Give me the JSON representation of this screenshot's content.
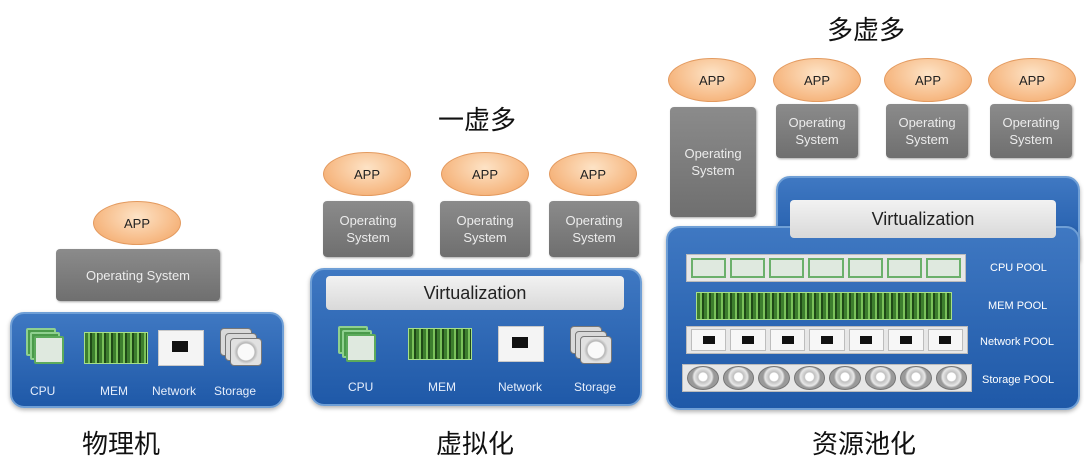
{
  "panel_physical": {
    "caption": "物理机",
    "app": "APP",
    "os": "Operating System",
    "hardware": [
      "CPU",
      "MEM",
      "Network",
      "Storage"
    ]
  },
  "panel_virtual": {
    "caption": "虚拟化",
    "heading": "一虚多",
    "apps": [
      "APP",
      "APP",
      "APP"
    ],
    "os": [
      "Operating\nSystem",
      "Operating\nSystem",
      "Operating\nSystem"
    ],
    "virtualization": "Virtualization",
    "hardware": [
      "CPU",
      "MEM",
      "Network",
      "Storage"
    ]
  },
  "panel_pool": {
    "caption": "资源池化",
    "heading": "多虚多",
    "apps": [
      "APP",
      "APP",
      "APP",
      "APP"
    ],
    "os": [
      "Operating\nSystem",
      "Operating\nSystem",
      "Operating\nSystem",
      "Operating\nSystem"
    ],
    "virtualization": "Virtualization",
    "pools": [
      "CPU POOL",
      "MEM POOL",
      "Network POOL",
      "Storage POOL"
    ]
  }
}
